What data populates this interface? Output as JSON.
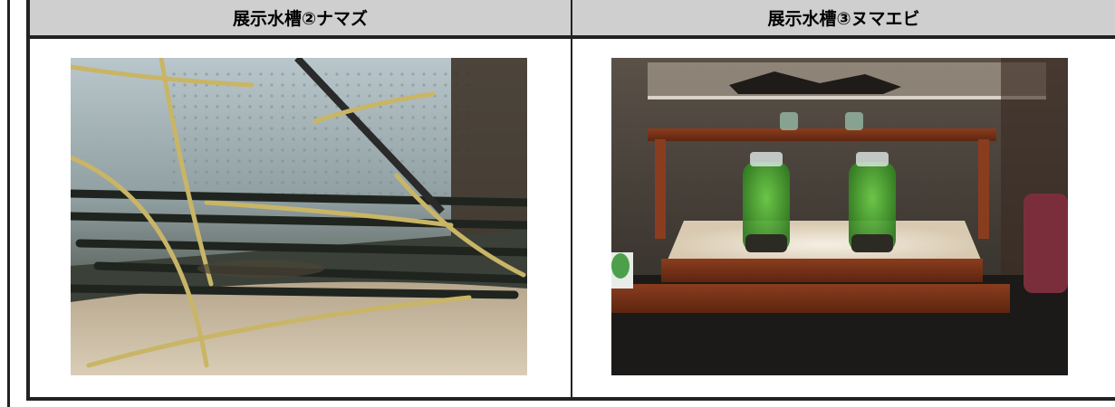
{
  "exhibits": [
    {
      "title": "展示水槽②ナマズ",
      "photo_icon": "catfish-tank-photo"
    },
    {
      "title": "展示水槽③ヌマエビ",
      "photo_icon": "shrimp-jars-photo"
    }
  ],
  "colors": {
    "header_bg": "#cfcfcf",
    "border": "#222222"
  }
}
